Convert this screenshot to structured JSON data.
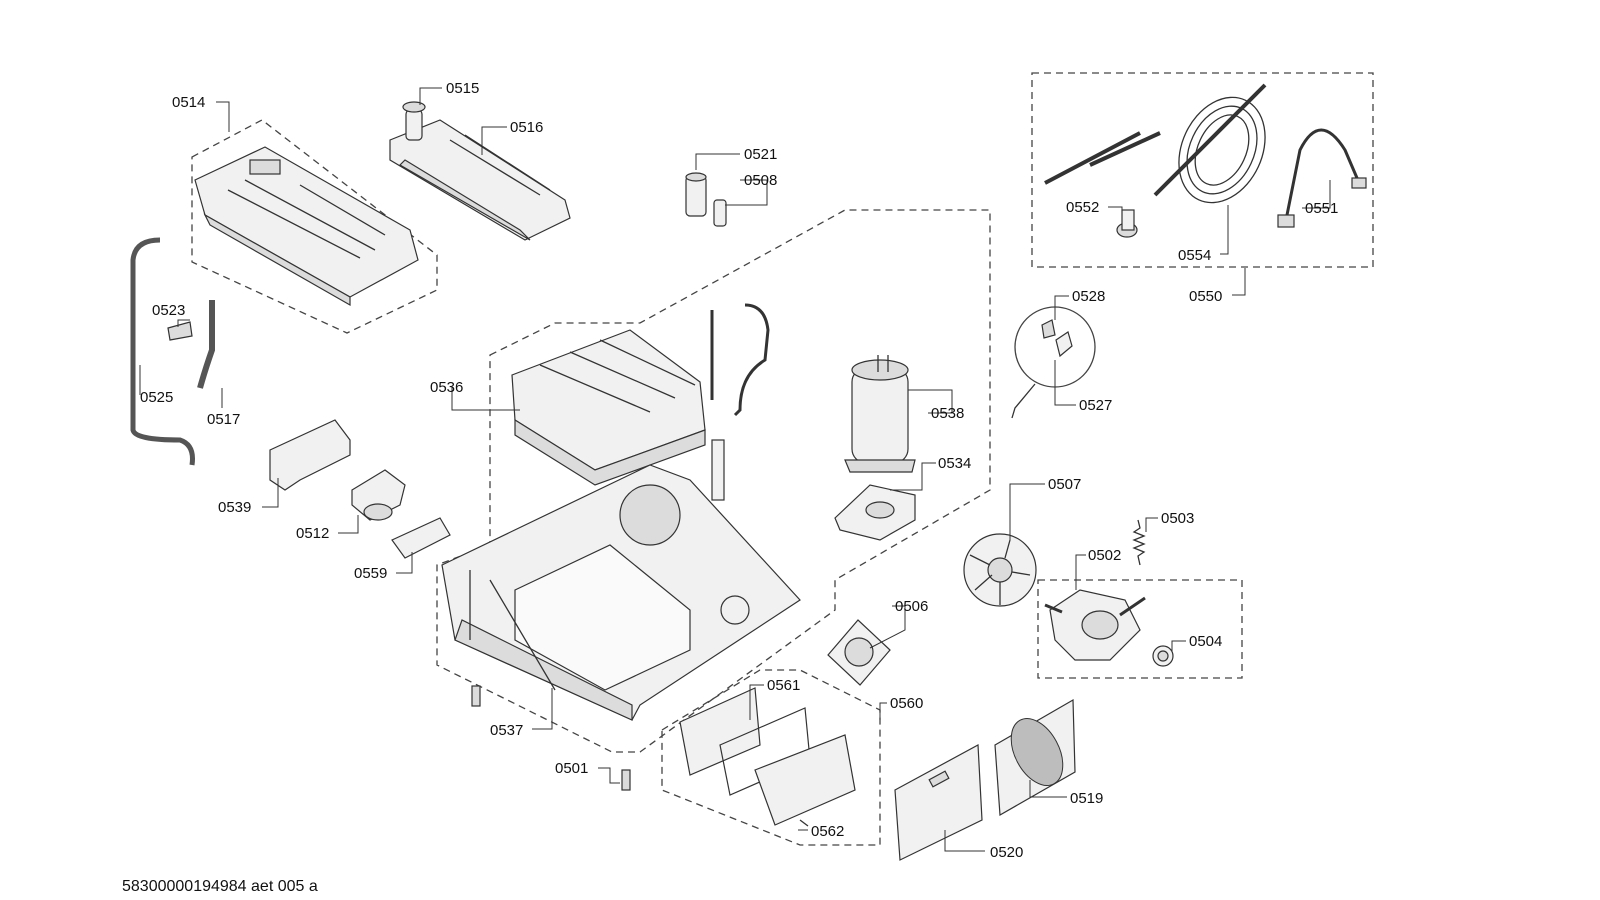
{
  "drawing": {
    "reference": "58300000194984 aet 005 a"
  },
  "labels": {
    "0514": "0514",
    "0515": "0515",
    "0516": "0516",
    "0521": "0521",
    "0508": "0508",
    "0523": "0523",
    "0525": "0525",
    "0517": "0517",
    "0536": "0536",
    "0539": "0539",
    "0512": "0512",
    "0559": "0559",
    "0537": "0537",
    "0501": "0501",
    "0561": "0561",
    "0562": "0562",
    "0560": "0560",
    "0506": "0506",
    "0507": "0507",
    "0503": "0503",
    "0502": "0502",
    "0504": "0504",
    "0538": "0538",
    "0534": "0534",
    "0528": "0528",
    "0527": "0527",
    "0552": "0552",
    "0554": "0554",
    "0551": "0551",
    "0550": "0550",
    "0519": "0519",
    "0520": "0520"
  }
}
